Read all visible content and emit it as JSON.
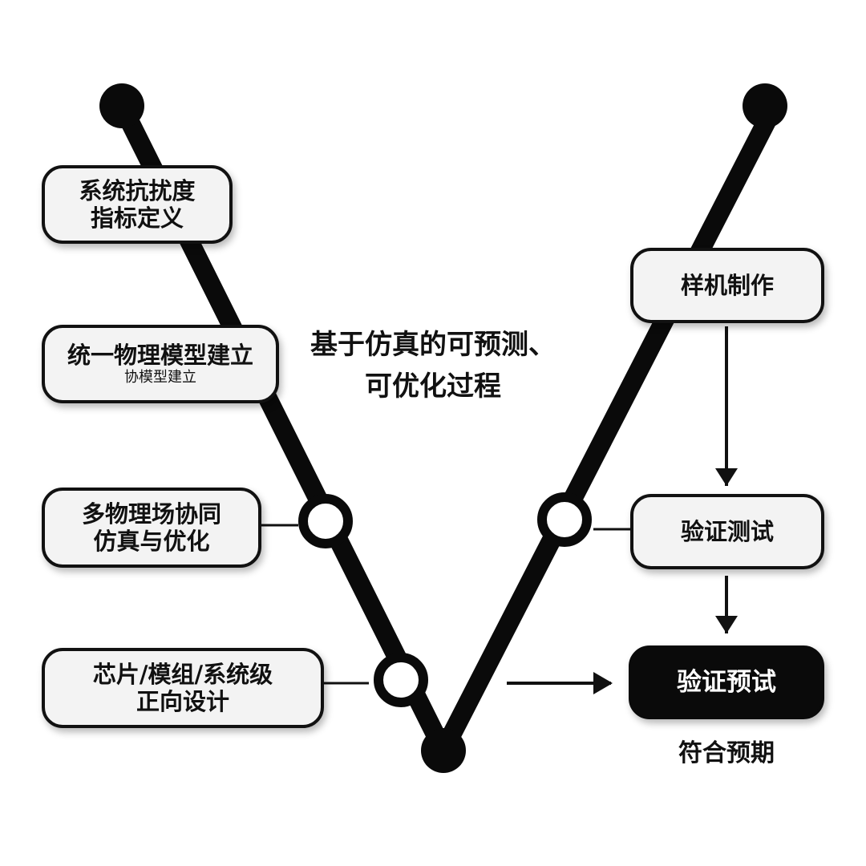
{
  "title_lines": [
    "基于仿真的可预测、",
    "可优化过程"
  ],
  "left_boxes": [
    {
      "lines": [
        "系统抗扰度",
        "指标定义"
      ],
      "sub": ""
    },
    {
      "lines": [
        "统一物理模型建立"
      ],
      "sub": "协模型建立"
    },
    {
      "lines": [
        "多物理场协同",
        "仿真与优化"
      ],
      "sub": ""
    },
    {
      "lines": [
        "芯片/模组/系统级",
        "正向设计"
      ],
      "sub": ""
    }
  ],
  "right_boxes": [
    {
      "lines": [
        "样机制作"
      ]
    },
    {
      "lines": [
        "验证测试"
      ]
    },
    {
      "lines": [
        "验证预试"
      ]
    }
  ],
  "outcome_label": "符合预期"
}
